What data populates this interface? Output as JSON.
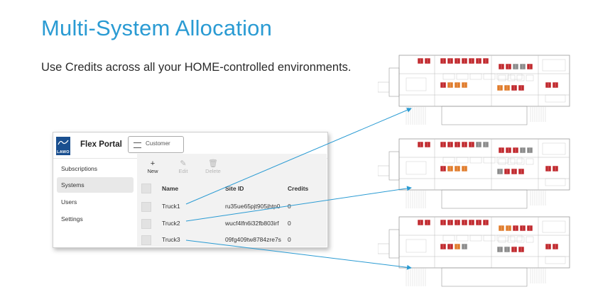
{
  "slide": {
    "title": "Multi-System Allocation",
    "subtitle": "Use Credits across all your HOME-controlled environments."
  },
  "portal": {
    "logo_text": "LAWO",
    "title": "Flex Portal",
    "customer_placeholder": "Customer",
    "sidebar": [
      "Subscriptions",
      "Systems",
      "Users",
      "Settings"
    ],
    "active_item": "Systems",
    "toolbar": {
      "new": "New",
      "edit": "Edit",
      "delete": "Delete"
    },
    "table": {
      "columns": [
        "Name",
        "Site ID",
        "Credits"
      ],
      "rows": [
        {
          "name": "Truck1",
          "site_id": "ru35ue65pjt905jhtp0",
          "credits": "0"
        },
        {
          "name": "Truck2",
          "site_id": "wucf4lfn6i32fb803irf",
          "credits": "0"
        },
        {
          "name": "Truck3",
          "site_id": "09fg409tw8784zre7s",
          "credits": "0"
        }
      ]
    }
  },
  "colors": {
    "title": "#2a9bd3",
    "arrow": "#2a9bd3",
    "rack_red": "#c0282d",
    "rack_orange": "#e07b2a",
    "rack_grey": "#8a8a8a"
  },
  "floor_plans": [
    {
      "rack_colors": [
        "red",
        "red",
        "red",
        "red",
        "red",
        "red",
        "red",
        "red",
        "red",
        "red",
        "red",
        "grey",
        "grey",
        "red",
        "red",
        "orange",
        "orange",
        "orange",
        "orange",
        "orange",
        "red",
        "red",
        "red",
        "red"
      ]
    },
    {
      "rack_colors": [
        "red",
        "red",
        "red",
        "red",
        "red",
        "red",
        "red",
        "grey",
        "grey",
        "red",
        "red",
        "red",
        "grey",
        "grey",
        "red",
        "orange",
        "orange",
        "orange",
        "grey",
        "red",
        "red",
        "red",
        "red",
        "red"
      ]
    },
    {
      "rack_colors": [
        "red",
        "red",
        "red",
        "red",
        "red",
        "red",
        "red",
        "red",
        "red",
        "orange",
        "orange",
        "red",
        "red",
        "red",
        "red",
        "red",
        "orange",
        "grey",
        "grey",
        "grey",
        "red",
        "red",
        "red",
        "red"
      ]
    }
  ]
}
